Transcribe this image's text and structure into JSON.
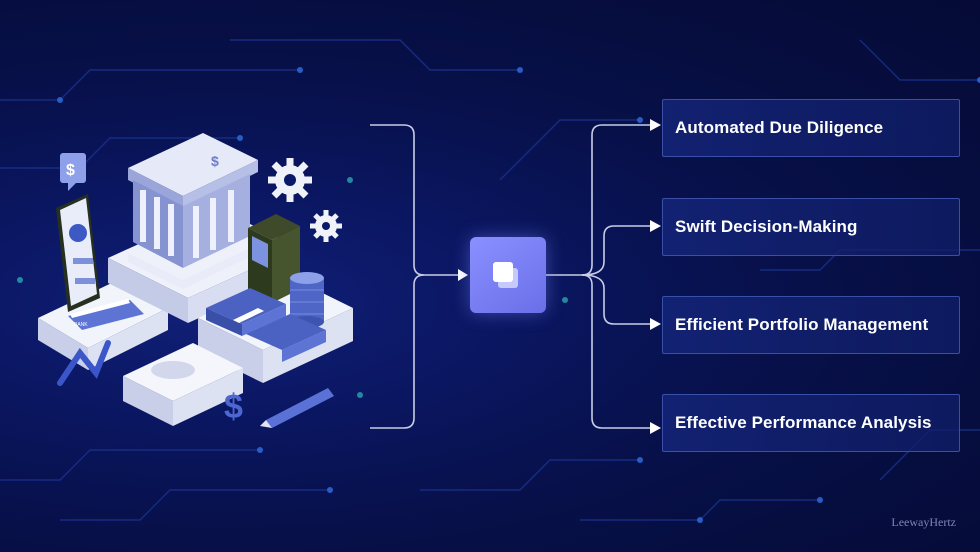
{
  "outcomes": [
    {
      "label": "Automated Due Diligence"
    },
    {
      "label": "Swift Decision-Making"
    },
    {
      "label": "Efficient Portfolio Management"
    },
    {
      "label": "Effective Performance Analysis"
    }
  ],
  "brand": "LeewayHertz",
  "illustration": {
    "dollar_sign": "$",
    "card_text": "BANK"
  },
  "colors": {
    "background": "#071048",
    "hub": "#7c82f6",
    "box_border": "#3a4fa8",
    "connector": "#c9cde6"
  },
  "icons": [
    "bank-building-icon",
    "gear-icon",
    "atm-icon",
    "smartphone-icon",
    "credit-card-icon",
    "coin-stack-icon",
    "cash-bundle-icon",
    "pen-icon",
    "chat-bubble-icon",
    "growth-arrow-icon"
  ]
}
